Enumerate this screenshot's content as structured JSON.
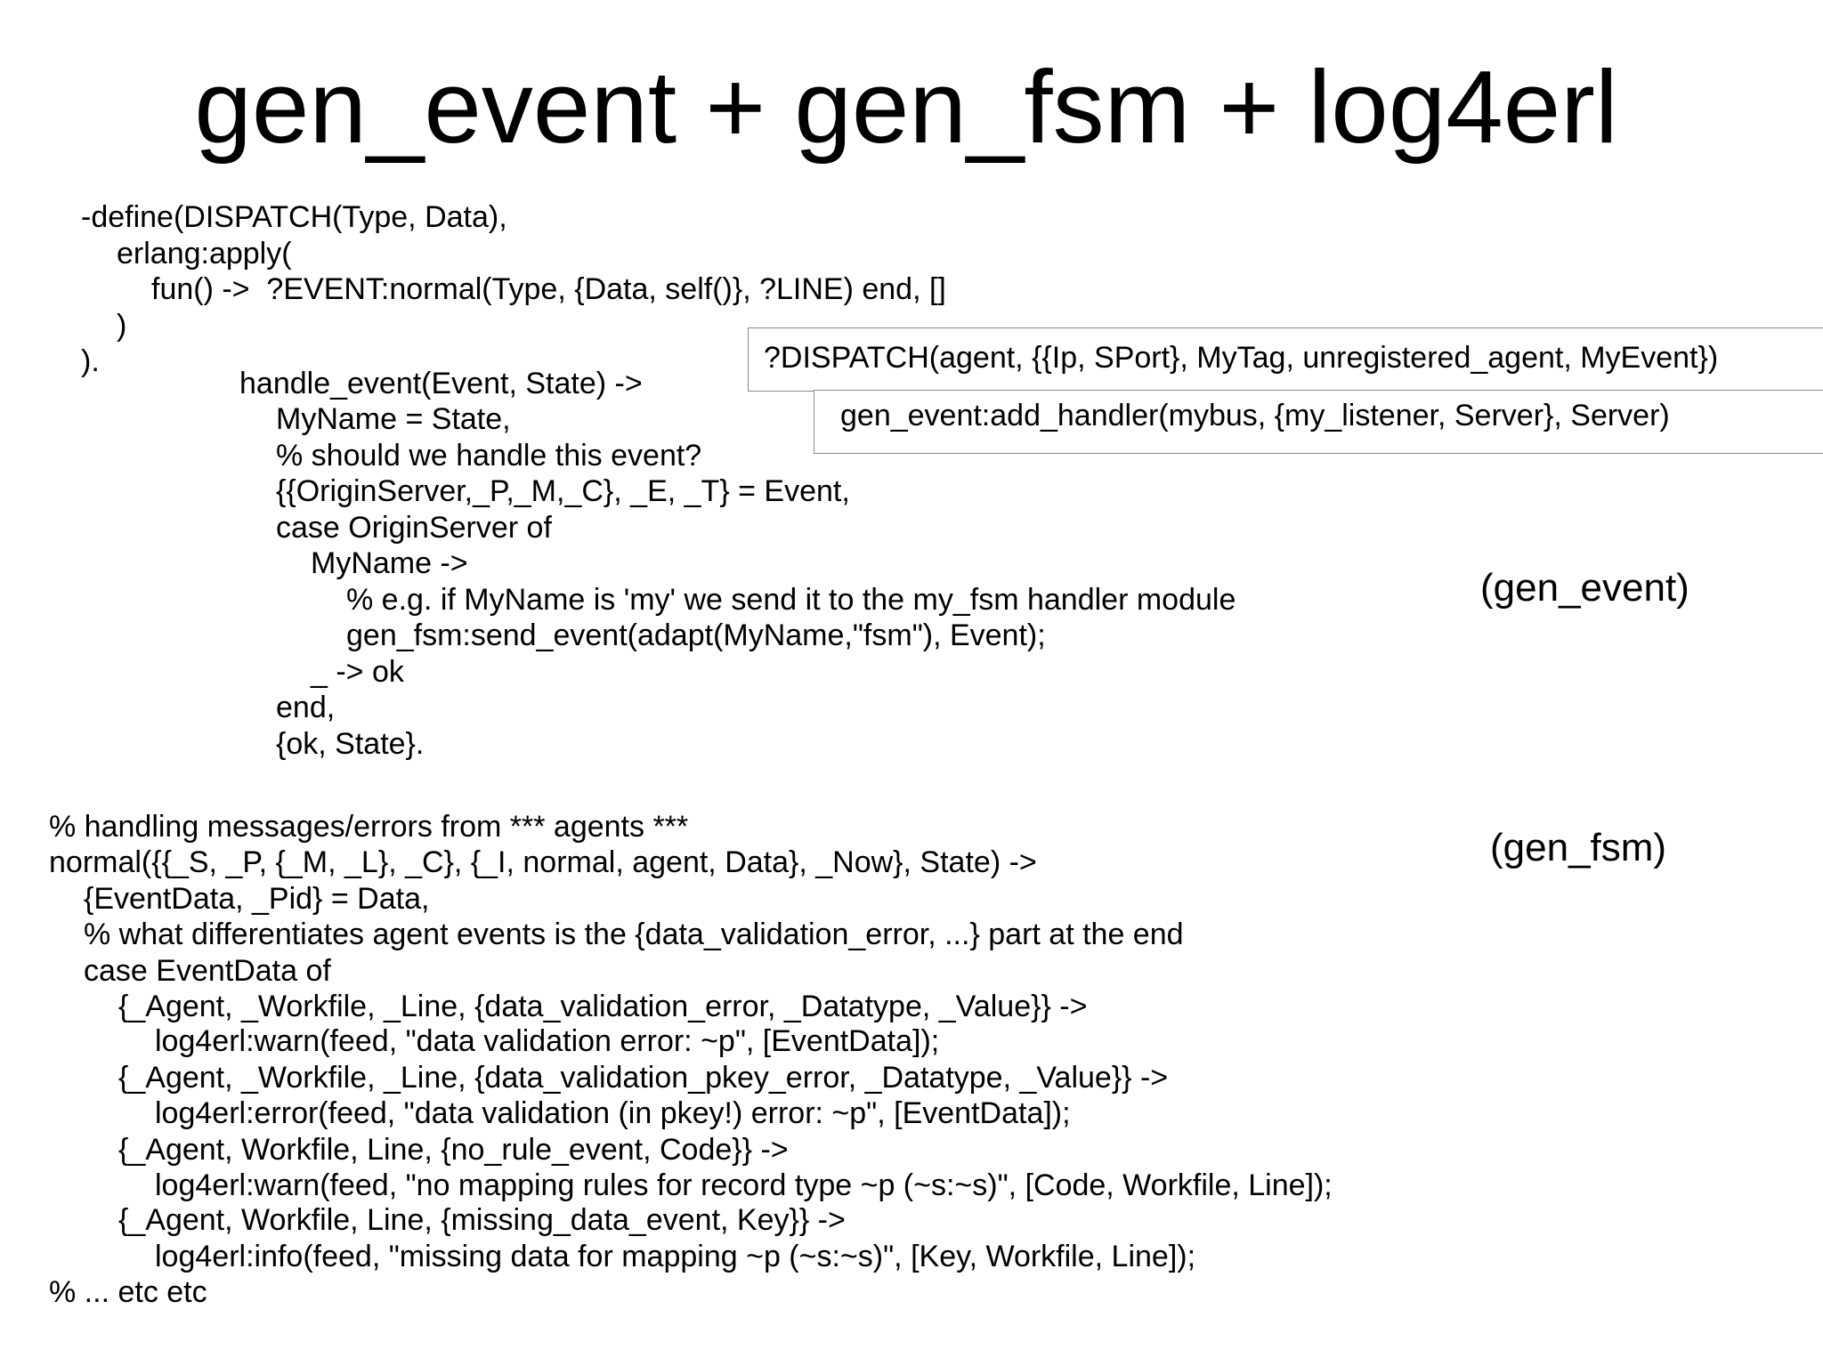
{
  "title": "gen_event + gen_fsm + log4erl",
  "define_block": [
    "-define(DISPATCH(Type, Data),",
    "erlang:apply(",
    "fun() ->  ?EVENT:normal(Type, {Data, self()}, ?LINE) end, []",
    ")",
    ")."
  ],
  "handle_event_block": [
    "handle_event(Event, State) ->",
    "MyName = State,",
    "% should we handle this event?",
    "{{OriginServer,_P,_M,_C}, _E, _T} = Event,",
    "case OriginServer of",
    "MyName ->",
    "% e.g. if MyName is 'my' we send it to the my_fsm handler module",
    "gen_fsm:send_event(adapt(MyName,\"fsm\"), Event);",
    "_ -> ok",
    "end,",
    "{ok, State}."
  ],
  "boxes": {
    "dispatch_call": "?DISPATCH(agent, {{Ip, SPort}, MyTag, unregistered_agent, MyEvent})",
    "add_handler_call": "gen_event:add_handler(mybus, {my_listener, Server}, Server)"
  },
  "labels": {
    "gen_event": "(gen_event)",
    "gen_fsm": "(gen_fsm)"
  },
  "normal_block": [
    "% handling messages/errors from *** agents ***",
    "normal({{_S, _P, {_M, _L}, _C}, {_I, normal, agent, Data}, _Now}, State) ->",
    "{EventData, _Pid} = Data,",
    "% what differentiates agent events is the {data_validation_error, ...} part at the end",
    "case EventData of",
    "{_Agent, _Workfile, _Line, {data_validation_error, _Datatype, _Value}} ->",
    "log4erl:warn(feed, \"data validation error: ~p\", [EventData]);",
    "{_Agent, _Workfile, _Line, {data_validation_pkey_error, _Datatype, _Value}} ->",
    "log4erl:error(feed, \"data validation (in pkey!) error: ~p\", [EventData]);",
    "{_Agent, Workfile, Line, {no_rule_event, Code}} ->",
    "log4erl:warn(feed, \"no mapping rules for record type ~p (~s:~s)\", [Code, Workfile, Line]);",
    "{_Agent, Workfile, Line, {missing_data_event, Key}} ->",
    "log4erl:info(feed, \"missing data for mapping ~p (~s:~s)\", [Key, Workfile, Line]);",
    "% ... etc etc"
  ]
}
